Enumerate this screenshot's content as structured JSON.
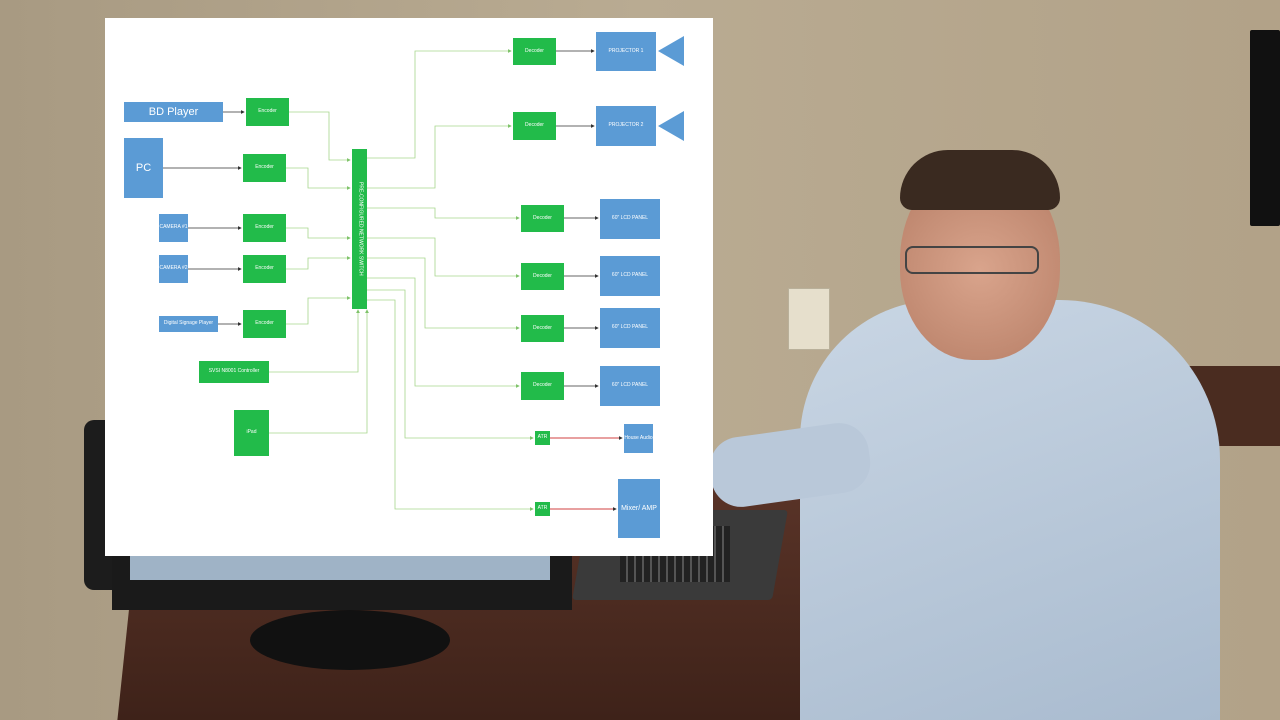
{
  "diagram": {
    "sources": {
      "bd_player": "BD Player",
      "pc": "PC",
      "camera_1": "CAMERA #1",
      "camera_2": "CAMERA #2",
      "signage": "Digital Signage Player"
    },
    "encoder_label": "Encoder",
    "controller": "SVSI N8001 Controller",
    "ipad": "iPad",
    "switch_label": "PRE-CONFIGURED NETWORK SWITCH",
    "decoder_label": "Decoder",
    "atr_label": "ATR",
    "outputs": {
      "projector_1": "PROJECTOR 1",
      "projector_2": "PROJECTOR 2",
      "lcd_panel": "60\" LCD PANEL",
      "house_audio": "House Audio",
      "mixer_amp": "Mixer/ AMP"
    },
    "colors": {
      "source_blue": "#5b9bd5",
      "device_green": "#22bb4a",
      "connector_green": "#a6d68c",
      "audio_red": "#c00000"
    }
  }
}
